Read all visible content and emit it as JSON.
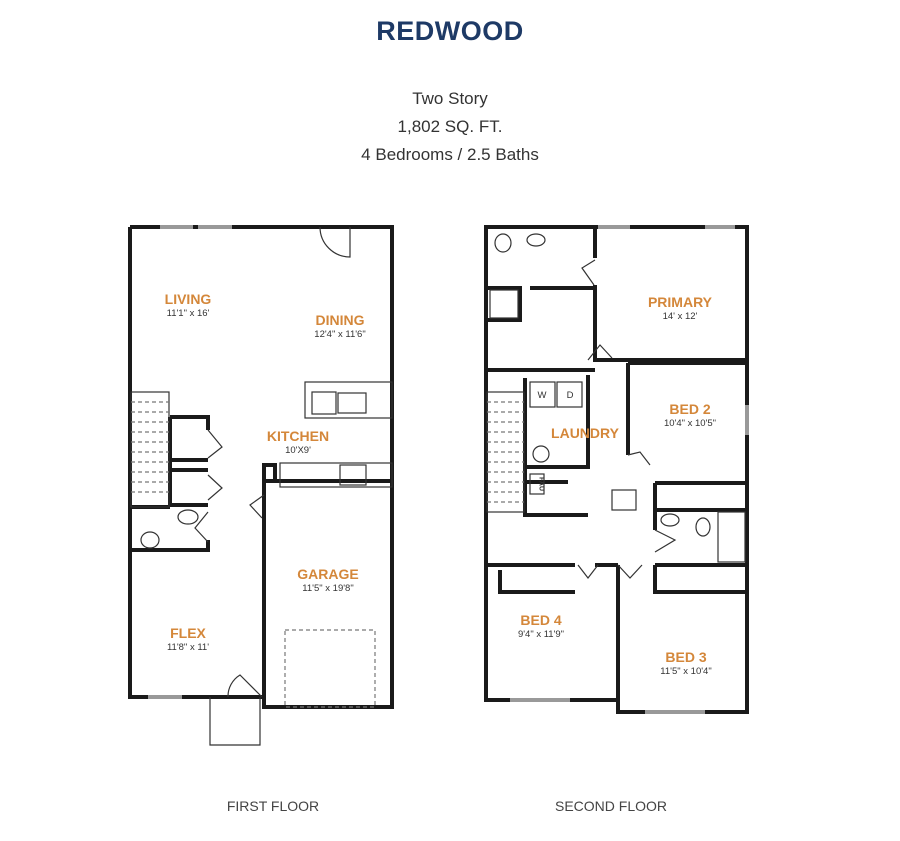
{
  "header": {
    "title": "REDWOOD",
    "lines": [
      "Two Story",
      "1,802 SQ. FT.",
      "4 Bedrooms / 2.5 Baths"
    ]
  },
  "colors": {
    "title": "#1e3a66",
    "room_label": "#d4873a",
    "walls": "#1a1a1a"
  },
  "first_floor": {
    "label": "FIRST FLOOR",
    "rooms": [
      {
        "name": "LIVING",
        "size": "11'1\" x 16'"
      },
      {
        "name": "DINING",
        "size": "12'4\" x 11'6\""
      },
      {
        "name": "KITCHEN",
        "size": "10'X9'"
      },
      {
        "name": "GARAGE",
        "size": "11'5\" x 19'8\""
      },
      {
        "name": "FLEX",
        "size": "11'8\" x 11'"
      }
    ]
  },
  "second_floor": {
    "label": "SECOND FLOOR",
    "rooms": [
      {
        "name": "PRIMARY",
        "size": "14' x 12'"
      },
      {
        "name": "BED 2",
        "size": "10'4\" x 10'5\""
      },
      {
        "name": "LAUNDRY",
        "size": ""
      },
      {
        "name": "BED 4",
        "size": "9'4\" x 11'9\""
      },
      {
        "name": "BED 3",
        "size": "11'5\" x 10'4\""
      }
    ],
    "appliance_labels": [
      "W",
      "D",
      "FAU"
    ]
  }
}
